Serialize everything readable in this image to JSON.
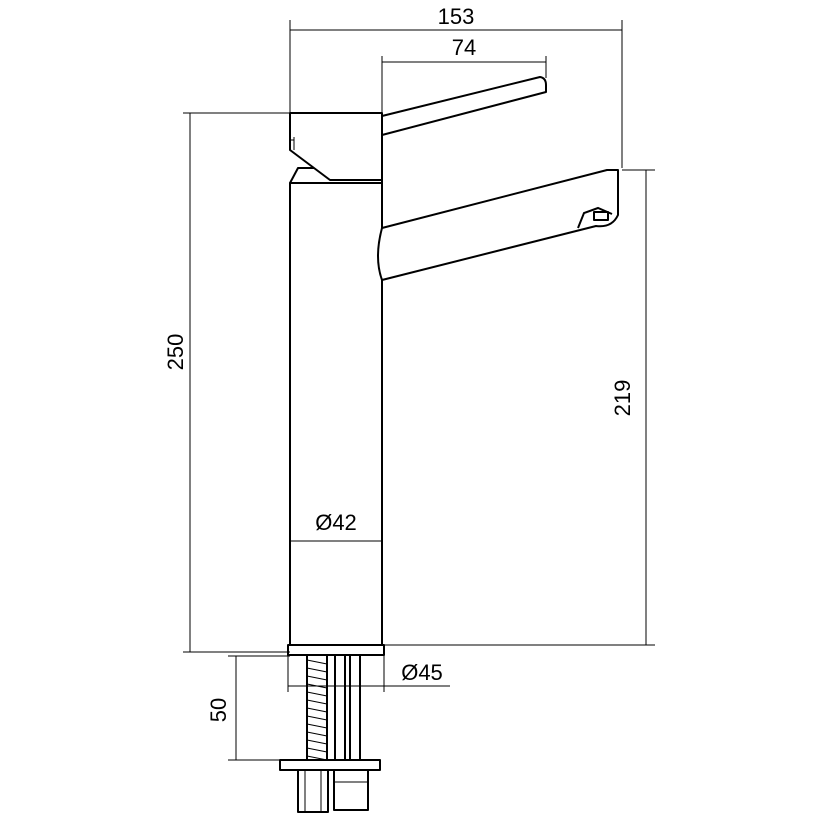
{
  "drawing": {
    "dimensions": {
      "overall_width": "153",
      "lever_length": "74",
      "total_height": "250",
      "spout_height": "219",
      "body_diameter": "Ø42",
      "base_diameter": "Ø45",
      "shank_length": "50"
    },
    "colors": {
      "line": "#000000",
      "background": "#ffffff"
    }
  }
}
